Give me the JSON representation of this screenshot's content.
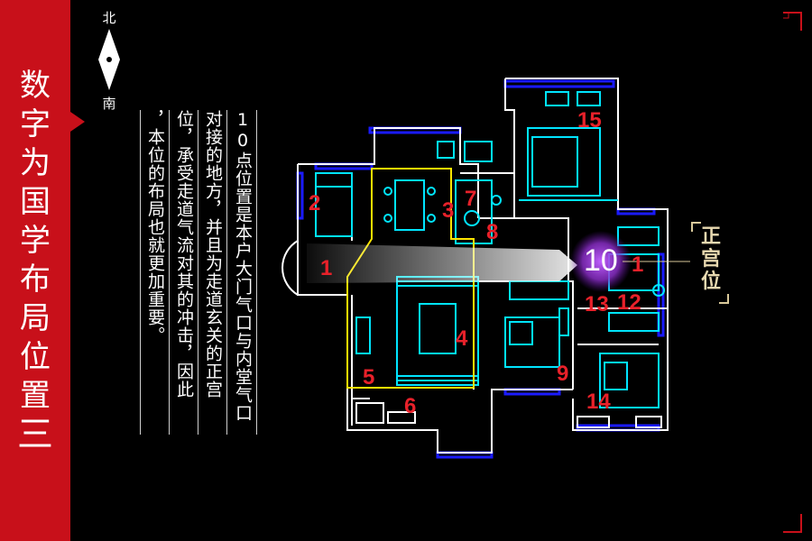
{
  "banner": {
    "title_chars": [
      "数",
      "字",
      "为",
      "国",
      "学",
      "布",
      "局",
      "位",
      "置"
    ],
    "title_suffix": "三"
  },
  "compass": {
    "north": "北",
    "south": "南"
  },
  "description": {
    "col1": "10点位置是本户大门气口与内堂气口",
    "col2": "对接的地方，并且为走道玄关的正宫",
    "col3": "位，承受走道气流对其的冲击，因此",
    "col4": "，本位的布局也就更加重要。"
  },
  "plan": {
    "labels": [
      "1",
      "2",
      "3",
      "4",
      "5",
      "6",
      "7",
      "8",
      "9",
      "10",
      "1",
      "12",
      "13",
      "14",
      "15"
    ],
    "colors": {
      "wall": "#ffffff",
      "fixture": "#00e5ff",
      "window": "#1a1aff",
      "zone": "#ffe600",
      "number": "#e8212a",
      "glow": "#b050ff"
    }
  },
  "callout": {
    "label": [
      "正",
      "宫",
      "位"
    ]
  }
}
